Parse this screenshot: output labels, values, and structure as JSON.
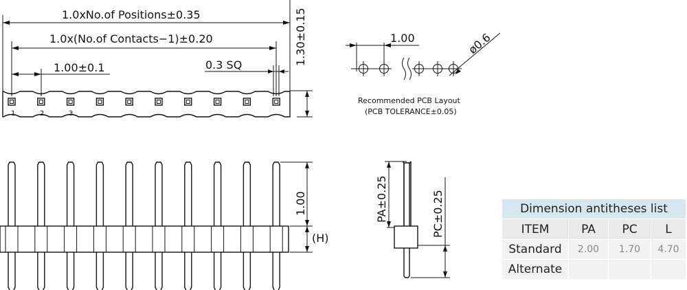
{
  "top_view": {
    "dim_positions": "1.0xNo.of  Positions±0.35",
    "dim_contacts": "1.0x(No.of  Contacts−1)±0.20",
    "dim_pitch": "1.00±0.1",
    "dim_sq": "0.3  SQ",
    "dim_height": "1.30±0.15",
    "pin_labels": [
      "1",
      "2",
      "3"
    ]
  },
  "pcb_layout": {
    "pitch": "1.00",
    "hole": "ø0.6",
    "caption": "Recommended PCB Layout",
    "tolerance": "(PCB TOLERANCE±0.05)"
  },
  "front_view": {
    "dim_upper": "1.00",
    "dim_h": "(H)"
  },
  "side_view": {
    "dim_pa": "PA±0.25",
    "dim_pc": "PC±0.25"
  },
  "table": {
    "title": "Dimension antitheses list",
    "headers": [
      "ITEM",
      "PA",
      "PC",
      "L"
    ],
    "rows": [
      {
        "label": "Standard",
        "pa": "2.00",
        "pc": "1.70",
        "l": "4.70"
      },
      {
        "label": "Alternate",
        "pa": "",
        "pc": "",
        "l": ""
      }
    ]
  },
  "colors": {
    "line": "#111111",
    "table_title_bg": "#d6e7ef",
    "table_header_bg": "#eaeaea",
    "table_cell_bg": "#f2f2f2",
    "value_text": "#888888"
  }
}
